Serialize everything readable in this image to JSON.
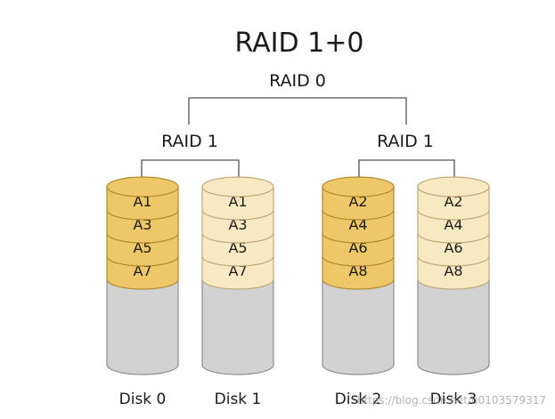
{
  "title": "RAID 1+0",
  "top_group": "RAID 0",
  "mirror_groups": [
    {
      "label": "RAID 1"
    },
    {
      "label": "RAID 1"
    }
  ],
  "disks": [
    {
      "name": "Disk 0",
      "blocks": [
        "A1",
        "A3",
        "A5",
        "A7"
      ],
      "style": "primary"
    },
    {
      "name": "Disk 1",
      "blocks": [
        "A1",
        "A3",
        "A5",
        "A7"
      ],
      "style": "mirror"
    },
    {
      "name": "Disk 2",
      "blocks": [
        "A2",
        "A4",
        "A6",
        "A8"
      ],
      "style": "primary"
    },
    {
      "name": "Disk 3",
      "blocks": [
        "A2",
        "A4",
        "A6",
        "A8"
      ],
      "style": "mirror"
    }
  ],
  "colors": {
    "primary_fill": "#eec768",
    "primary_stroke": "#b08a2c",
    "mirror_fill": "#f8e9c2",
    "mirror_stroke": "#c0a878",
    "empty_fill": "#d2d2d2",
    "empty_stroke": "#8e8e8e",
    "line": "#555555",
    "text": "#1a1a1a"
  },
  "watermark": "https://blog.csdn.net/u010357931​7"
}
